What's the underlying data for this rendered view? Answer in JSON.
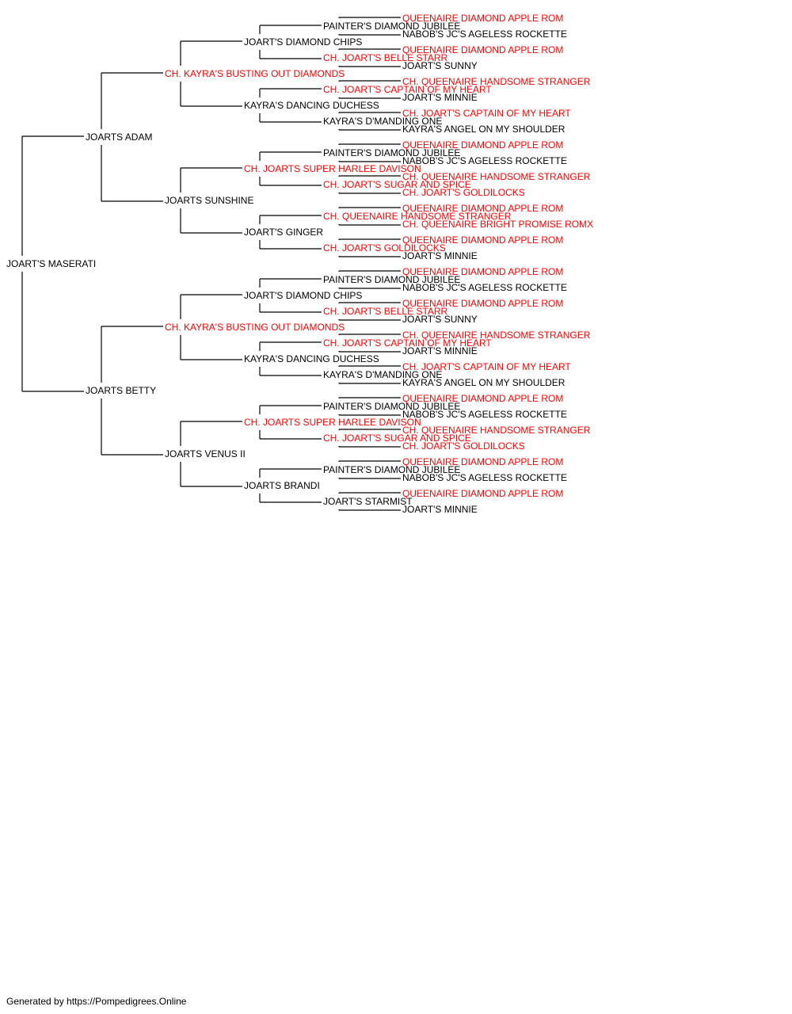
{
  "colors": {
    "champion": "#ff0000",
    "normal": "#000000",
    "line": "#000000"
  },
  "pedigree": {
    "name": "JOART'S MASERATI",
    "sire": {
      "name": "JOARTS ADAM",
      "sire": {
        "name": "CH. KAYRA'S BUSTING OUT DIAMONDS",
        "champion": true,
        "sire": {
          "name": "JOART'S DIAMOND CHIPS",
          "sire": {
            "name": "PAINTER'S DIAMOND JUBILEE",
            "sire": {
              "name": "QUEENAIRE DIAMOND APPLE ROM",
              "champion": true
            },
            "dam": {
              "name": "NABOB'S JC'S AGELESS ROCKETTE"
            }
          },
          "dam": {
            "name": "CH. JOART'S BELLE STARR",
            "champion": true,
            "sire": {
              "name": "QUEENAIRE DIAMOND APPLE ROM",
              "champion": true
            },
            "dam": {
              "name": "JOART'S SUNNY"
            }
          }
        },
        "dam": {
          "name": "KAYRA'S DANCING DUCHESS",
          "sire": {
            "name": "CH. JOART'S CAPTAIN OF MY HEART",
            "champion": true,
            "sire": {
              "name": "CH. QUEENAIRE HANDSOME STRANGER",
              "champion": true
            },
            "dam": {
              "name": "JOART'S MINNIE"
            }
          },
          "dam": {
            "name": "KAYRA'S D'MANDING ONE",
            "sire": {
              "name": "CH. JOART'S CAPTAIN OF MY HEART",
              "champion": true
            },
            "dam": {
              "name": "KAYRA'S ANGEL ON MY SHOULDER"
            }
          }
        }
      },
      "dam": {
        "name": "JOARTS SUNSHINE",
        "sire": {
          "name": "CH. JOARTS SUPER HARLEE DAVISON",
          "champion": true,
          "sire": {
            "name": "PAINTER'S DIAMOND JUBILEE",
            "sire": {
              "name": "QUEENAIRE DIAMOND APPLE ROM",
              "champion": true
            },
            "dam": {
              "name": "NABOB'S JC'S AGELESS ROCKETTE"
            }
          },
          "dam": {
            "name": "CH. JOART'S SUGAR AND SPICE",
            "champion": true,
            "sire": {
              "name": "CH. QUEENAIRE HANDSOME STRANGER",
              "champion": true
            },
            "dam": {
              "name": "CH. JOART'S GOLDILOCKS",
              "champion": true
            }
          }
        },
        "dam": {
          "name": "JOART'S GINGER",
          "sire": {
            "name": "CH. QUEENAIRE HANDSOME STRANGER",
            "champion": true,
            "sire": {
              "name": "QUEENAIRE DIAMOND APPLE ROM",
              "champion": true
            },
            "dam": {
              "name": "CH. QUEENAIRE BRIGHT PROMISE ROMX",
              "champion": true
            }
          },
          "dam": {
            "name": "CH. JOART'S GOLDILOCKS",
            "champion": true,
            "sire": {
              "name": "QUEENAIRE DIAMOND APPLE ROM",
              "champion": true
            },
            "dam": {
              "name": "JOART'S MINNIE"
            }
          }
        }
      }
    },
    "dam": {
      "name": "JOARTS BETTY",
      "sire": {
        "name": "CH. KAYRA'S BUSTING OUT DIAMONDS",
        "champion": true,
        "sire": {
          "name": "JOART'S DIAMOND CHIPS",
          "sire": {
            "name": "PAINTER'S DIAMOND JUBILEE",
            "sire": {
              "name": "QUEENAIRE DIAMOND APPLE ROM",
              "champion": true
            },
            "dam": {
              "name": "NABOB'S JC'S AGELESS ROCKETTE"
            }
          },
          "dam": {
            "name": "CH. JOART'S BELLE STARR",
            "champion": true,
            "sire": {
              "name": "QUEENAIRE DIAMOND APPLE ROM",
              "champion": true
            },
            "dam": {
              "name": "JOART'S SUNNY"
            }
          }
        },
        "dam": {
          "name": "KAYRA'S DANCING DUCHESS",
          "sire": {
            "name": "CH. JOART'S CAPTAIN OF MY HEART",
            "champion": true,
            "sire": {
              "name": "CH. QUEENAIRE HANDSOME STRANGER",
              "champion": true
            },
            "dam": {
              "name": "JOART'S MINNIE"
            }
          },
          "dam": {
            "name": "KAYRA'S D'MANDING ONE",
            "sire": {
              "name": "CH. JOART'S CAPTAIN OF MY HEART",
              "champion": true
            },
            "dam": {
              "name": "KAYRA'S ANGEL ON MY SHOULDER"
            }
          }
        }
      },
      "dam": {
        "name": "JOARTS VENUS II",
        "sire": {
          "name": "CH. JOARTS SUPER HARLEE DAVISON",
          "champion": true,
          "sire": {
            "name": "PAINTER'S DIAMOND JUBILEE",
            "sire": {
              "name": "QUEENAIRE DIAMOND APPLE ROM",
              "champion": true
            },
            "dam": {
              "name": "NABOB'S JC'S AGELESS ROCKETTE"
            }
          },
          "dam": {
            "name": "CH. JOART'S SUGAR AND SPICE",
            "champion": true,
            "sire": {
              "name": "CH. QUEENAIRE HANDSOME STRANGER",
              "champion": true
            },
            "dam": {
              "name": "CH. JOART'S GOLDILOCKS",
              "champion": true
            }
          }
        },
        "dam": {
          "name": "JOARTS BRANDI",
          "sire": {
            "name": "PAINTER'S DIAMOND JUBILEE",
            "sire": {
              "name": "QUEENAIRE DIAMOND APPLE ROM",
              "champion": true
            },
            "dam": {
              "name": "NABOB'S JC'S AGELESS ROCKETTE"
            }
          },
          "dam": {
            "name": "JOART'S STARMIST",
            "sire": {
              "name": "QUEENAIRE DIAMOND APPLE ROM",
              "champion": true
            },
            "dam": {
              "name": "JOART'S MINNIE"
            }
          }
        }
      }
    }
  },
  "footer": "Generated by https://Pompedigrees.Online"
}
